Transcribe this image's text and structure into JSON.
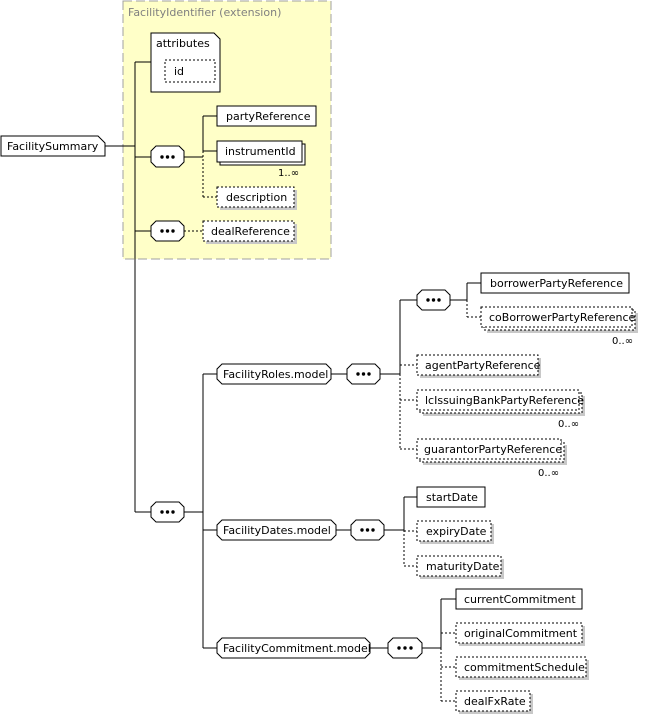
{
  "extension_label": "FacilityIdentifier (extension)",
  "root": "FacilitySummary",
  "attributes": {
    "title": "attributes",
    "id": "id"
  },
  "elements": {
    "partyReference": "partyReference",
    "instrumentId": "instrumentId",
    "instrumentId_occ": "1..∞",
    "description": "description",
    "dealReference": "dealReference",
    "facilityRoles": "FacilityRoles.model",
    "borrowerPartyReference": "borrowerPartyReference",
    "coBorrowerPartyReference": "coBorrowerPartyReference",
    "coBorrower_occ": "0..∞",
    "agentPartyReference": "agentPartyReference",
    "lcIssuingBankPartyReference": "lcIssuingBankPartyReference",
    "lcIssuing_occ": "0..∞",
    "guarantorPartyReference": "guarantorPartyReference",
    "guarantor_occ": "0..∞",
    "facilityDates": "FacilityDates.model",
    "startDate": "startDate",
    "expiryDate": "expiryDate",
    "maturityDate": "maturityDate",
    "facilityCommitment": "FacilityCommitment.model",
    "currentCommitment": "currentCommitment",
    "originalCommitment": "originalCommitment",
    "commitmentSchedule": "commitmentSchedule",
    "dealFxRate": "dealFxRate"
  },
  "colors": {
    "extension_fill": "#ffffc8",
    "extension_border": "#a0a0a0",
    "shadow": "#c8c8c8"
  }
}
